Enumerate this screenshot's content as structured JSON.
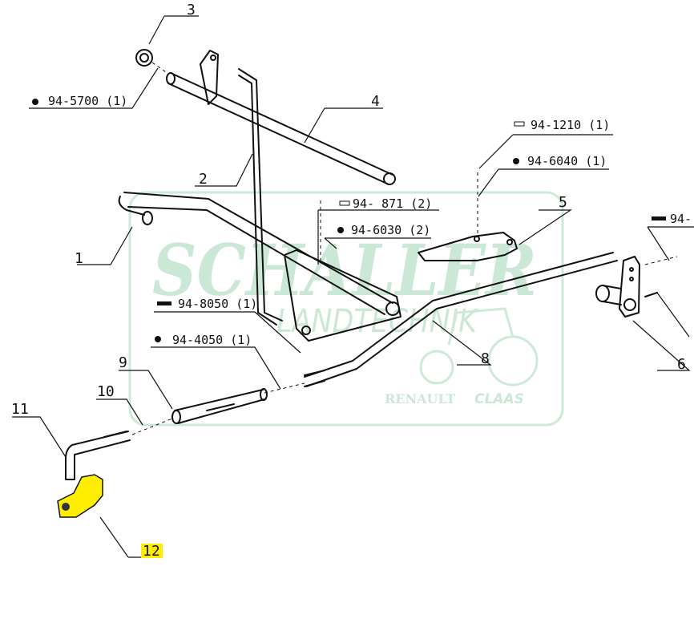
{
  "watermark": {
    "brand": "SCHALLER",
    "sub": "LANDTECHNIK",
    "logo_left": "RENAULT",
    "logo_right": "CLAAS",
    "color": "#bfe3cc"
  },
  "highlight_color": "#ffee00",
  "callouts": {
    "p1": "1",
    "p2": "2",
    "p3": "3",
    "p4": "4",
    "p5": "5",
    "p6": "6",
    "p8": "8",
    "p9": "9",
    "p10": "10",
    "p11": "11",
    "p12": "12"
  },
  "hardware": {
    "h5700": "94-5700 (1)",
    "h1210": "94-1210 (1)",
    "h6040": "94-6040 (1)",
    "h871": "94- 871 (2)",
    "h6030": "94-6030 (2)",
    "h8050": "94-8050 (1)",
    "h4050": "94-4050 (1)",
    "hcut": "94-"
  }
}
